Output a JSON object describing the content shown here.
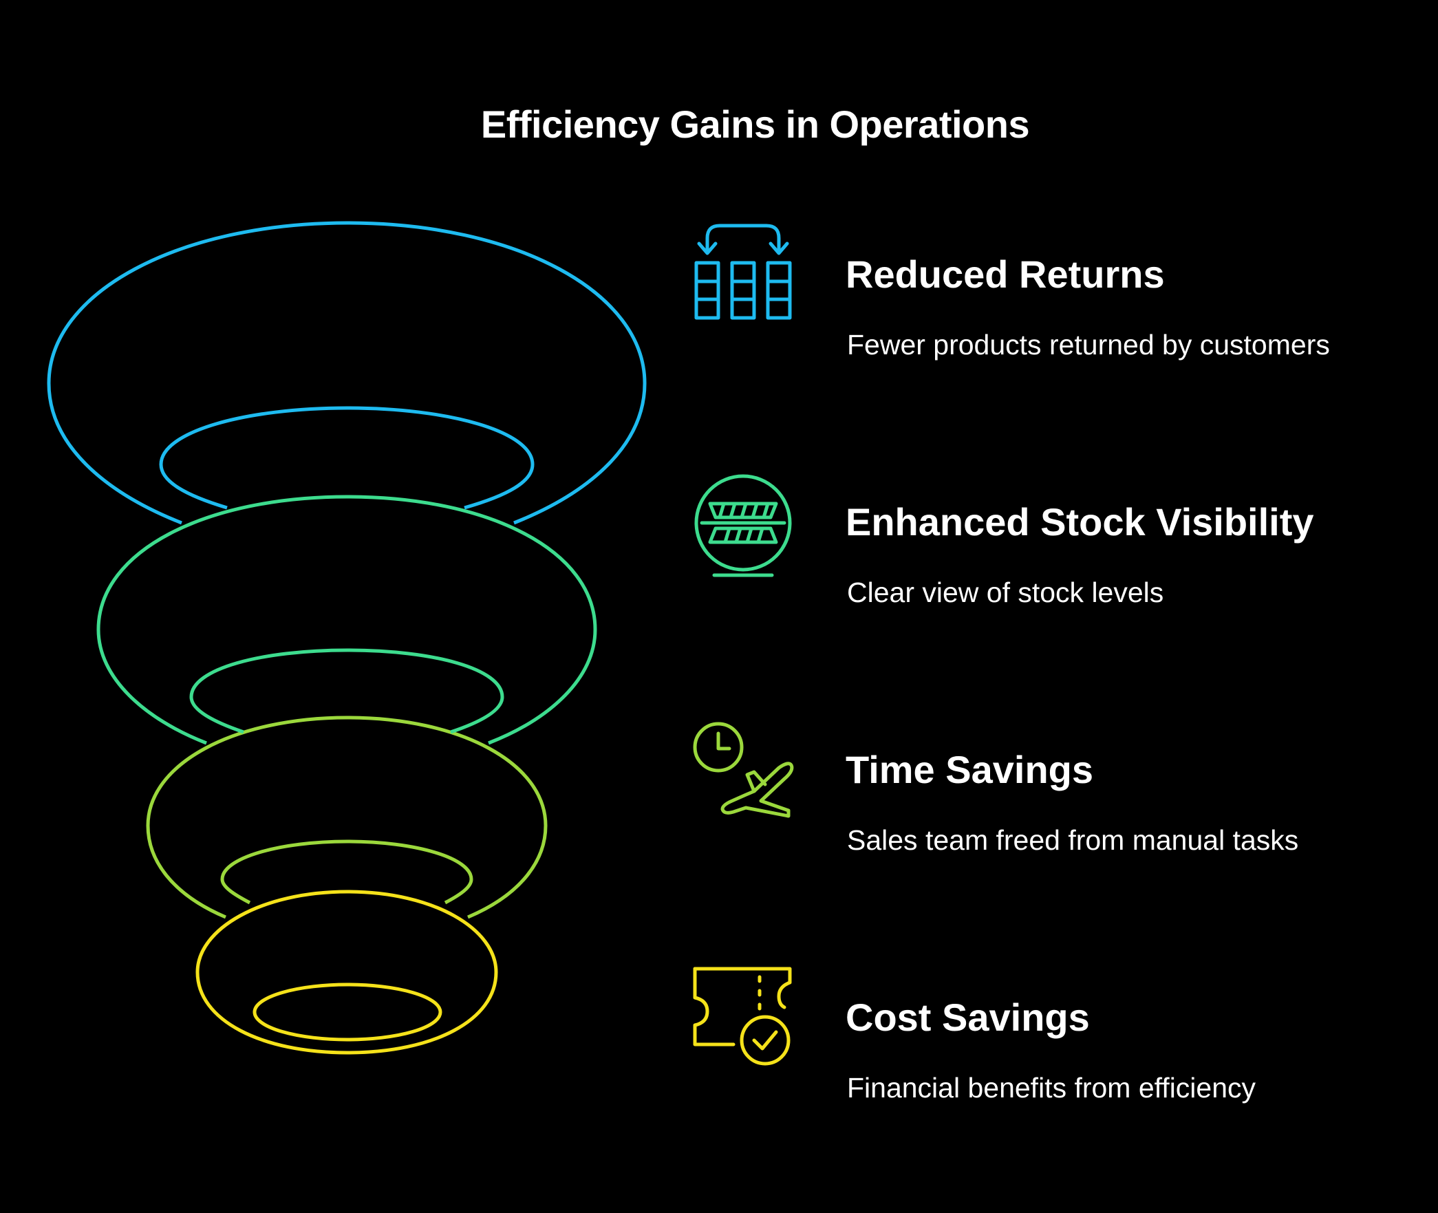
{
  "title": "Efficiency Gains in Operations",
  "colors": {
    "background": "#000000",
    "text": "#ffffff",
    "stage1": "#1ebbf0",
    "stage2": "#3ddc8e",
    "stage3": "#9bd83c",
    "stage4": "#f5e21a"
  },
  "items": [
    {
      "title": "Reduced Returns",
      "description": "Fewer products returned by customers",
      "icon": "shelf-swap-icon",
      "color": "#1ebbf0"
    },
    {
      "title": "Enhanced Stock Visibility",
      "description": "Clear view of stock levels",
      "icon": "warehouse-globe-icon",
      "color": "#3ddc8e"
    },
    {
      "title": "Time Savings",
      "description": "Sales team freed from manual tasks",
      "icon": "clock-plane-icon",
      "color": "#9bd83c"
    },
    {
      "title": "Cost Savings",
      "description": "Financial benefits from efficiency",
      "icon": "ticket-check-icon",
      "color": "#f5e21a"
    }
  ]
}
